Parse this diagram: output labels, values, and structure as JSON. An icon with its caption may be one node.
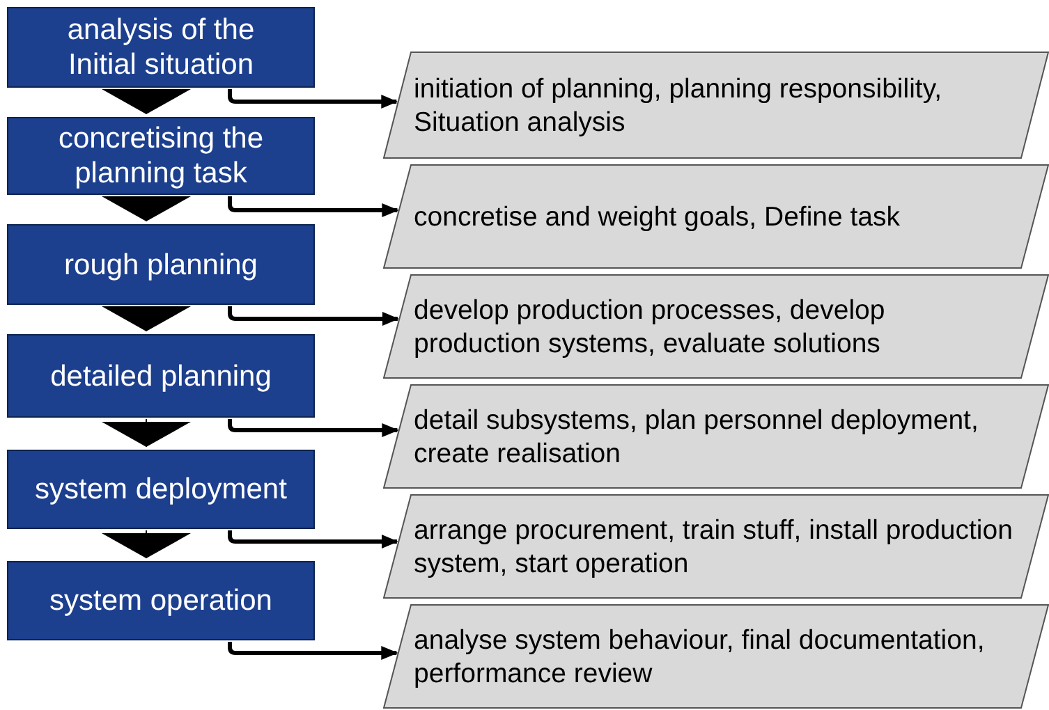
{
  "diagram": {
    "nodes": [
      {
        "text": [
          "analysis of the Initial situation"
        ]
      },
      {
        "text": [
          "concretising the planning task"
        ]
      },
      {
        "text": [
          "rough planning"
        ]
      },
      {
        "text": [
          "detailed planning"
        ]
      },
      {
        "text": [
          "system deployment"
        ]
      },
      {
        "text": [
          "system operation"
        ]
      },
      {
        "text": [
          "initiation of planning, planning responsibility, Situation analysis"
        ]
      },
      {
        "text": [
          "concretise and weight goals, Define task"
        ]
      },
      {
        "text": [
          "develop production processes, develop production systems, evaluate solutions"
        ]
      },
      {
        "text": [
          "detail subsystems, plan personnel deployment, create realisation"
        ]
      },
      {
        "text": [
          "arrange procurement, train stuff, install production system, start operation"
        ]
      },
      {
        "text": [
          "analyse system behaviour, final documentation, performance review"
        ]
      }
    ],
    "edges": [
      {
        "from": 0,
        "to": 1,
        "arrow": "to"
      },
      {
        "from": 1,
        "to": 2,
        "arrow": "to"
      },
      {
        "from": 2,
        "to": 3,
        "arrow": "to"
      },
      {
        "from": 3,
        "to": 4,
        "arrow": "to"
      },
      {
        "from": 4,
        "to": 5,
        "arrow": "to"
      },
      {
        "from": 0,
        "to": 6,
        "arrow": "to"
      },
      {
        "from": 1,
        "to": 7,
        "arrow": "to"
      },
      {
        "from": 2,
        "to": 8,
        "arrow": "to"
      },
      {
        "from": 3,
        "to": 9,
        "arrow": "to"
      },
      {
        "from": 4,
        "to": 10,
        "arrow": "to"
      },
      {
        "from": 5,
        "to": 11,
        "arrow": "to"
      }
    ]
  }
}
